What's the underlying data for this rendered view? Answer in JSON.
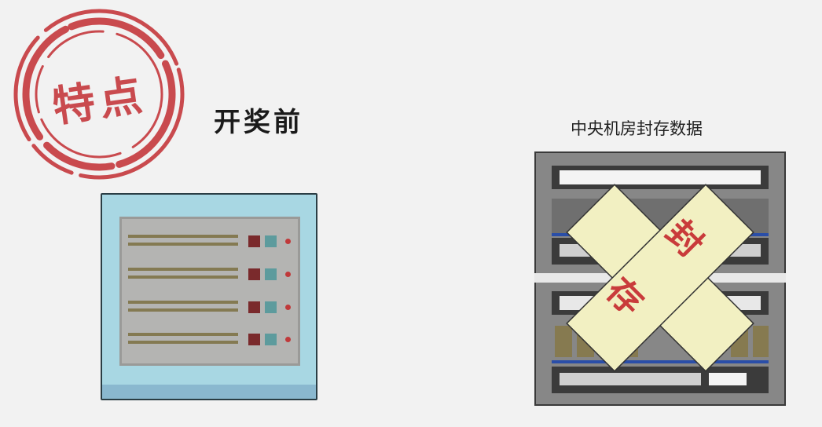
{
  "stamp": {
    "text": "特点",
    "color": "#c94a4e"
  },
  "left": {
    "label": "开奖前",
    "server_color": "#a8d7e3"
  },
  "right": {
    "label": "中央机房封存数据",
    "seal_text_1": "封",
    "seal_text_2": "存",
    "seal_color": "#f2f0c2"
  }
}
